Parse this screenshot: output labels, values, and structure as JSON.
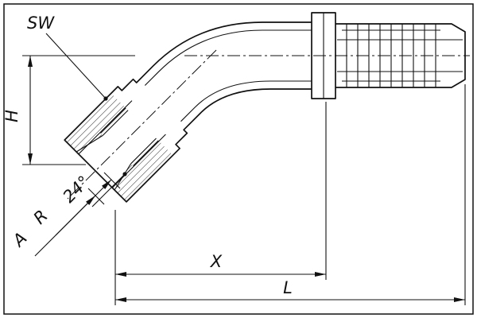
{
  "colors": {
    "ink": "#111111",
    "paper": "#ffffff"
  },
  "labels": {
    "sw": "SW",
    "h": "H",
    "cone_angle": "24°",
    "r": "R",
    "a": "A",
    "x": "X",
    "l": "L"
  }
}
